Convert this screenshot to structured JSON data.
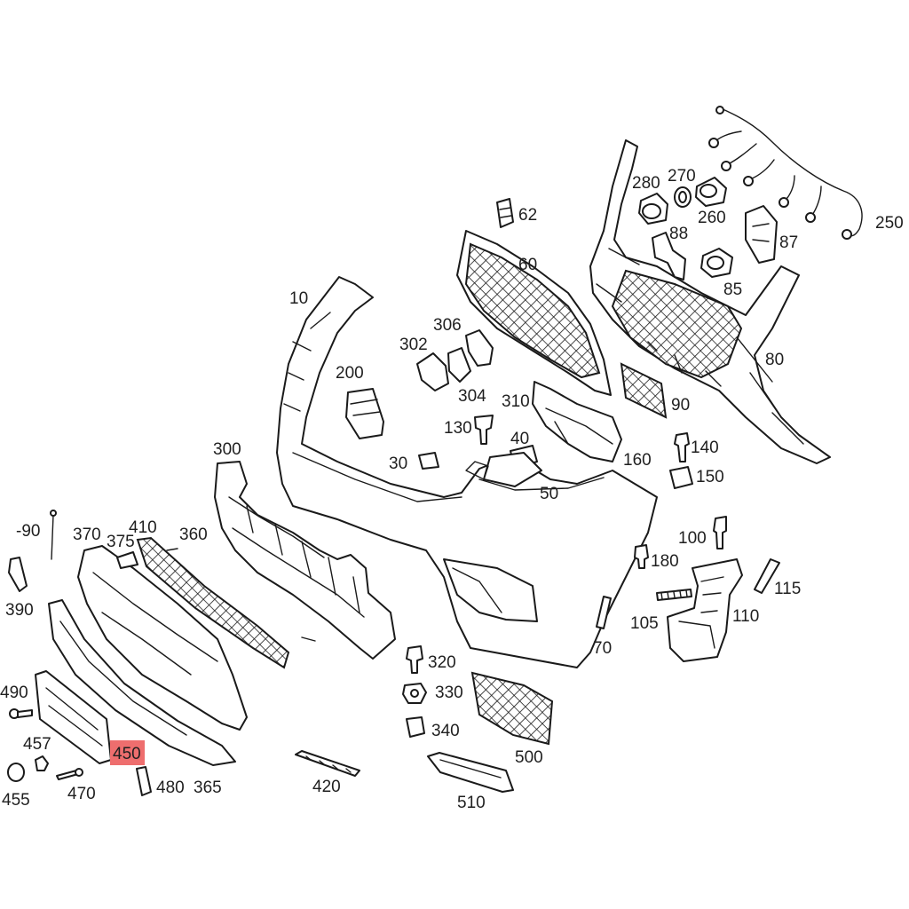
{
  "diagram": {
    "highlight_color": "#ee6e6e",
    "highlighted_label": "450",
    "labels": {
      "l10": "10",
      "l30": "30",
      "l40": "40",
      "l50": "50",
      "l60": "60",
      "l62": "62",
      "l70": "70",
      "l80": "80",
      "l85": "85",
      "l87": "87",
      "l88": "88",
      "l90": "90",
      "l100": "100",
      "l105": "105",
      "l110": "110",
      "l115": "115",
      "l130": "130",
      "l140": "140",
      "l150": "150",
      "l160": "160",
      "l180": "180",
      "l200": "200",
      "l250": "250",
      "l260": "260",
      "l270": "270",
      "l280": "280",
      "l300": "300",
      "l302": "302",
      "l304": "304",
      "l306": "306",
      "l310": "310",
      "l320": "320",
      "l330": "330",
      "l340": "340",
      "l360": "360",
      "l365": "365",
      "l370": "370",
      "l375": "375",
      "l390": "390",
      "l410": "410",
      "l420": "420",
      "l450": "450",
      "l455": "455",
      "l457": "457",
      "l470": "470",
      "l480": "480",
      "l490": "490",
      "l500": "500",
      "l510": "510",
      "lminus90": "-90"
    }
  }
}
